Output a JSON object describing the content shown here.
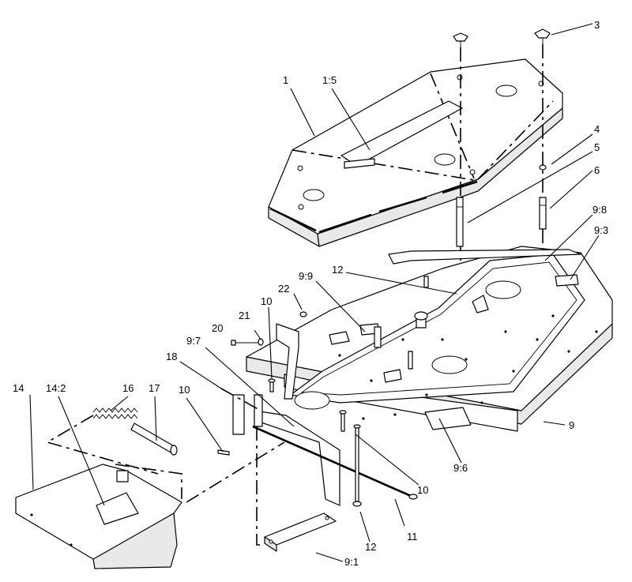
{
  "callouts": [
    {
      "id": "c1",
      "text": "1"
    },
    {
      "id": "c1-5",
      "text": "1:5"
    },
    {
      "id": "c3",
      "text": "3"
    },
    {
      "id": "c4",
      "text": "4"
    },
    {
      "id": "c5",
      "text": "5"
    },
    {
      "id": "c6",
      "text": "6"
    },
    {
      "id": "c9-8",
      "text": "9:8"
    },
    {
      "id": "c9-3",
      "text": "9:3"
    },
    {
      "id": "c12-top",
      "text": "12"
    },
    {
      "id": "c9-9",
      "text": "9:9"
    },
    {
      "id": "c22",
      "text": "22"
    },
    {
      "id": "c10-a",
      "text": "10"
    },
    {
      "id": "c21",
      "text": "21"
    },
    {
      "id": "c20",
      "text": "20"
    },
    {
      "id": "c9-7",
      "text": "9:7"
    },
    {
      "id": "c18",
      "text": "18"
    },
    {
      "id": "c14",
      "text": "14"
    },
    {
      "id": "c14-2",
      "text": "14:2"
    },
    {
      "id": "c16",
      "text": "16"
    },
    {
      "id": "c17",
      "text": "17"
    },
    {
      "id": "c10-b",
      "text": "10"
    },
    {
      "id": "c9",
      "text": "9"
    },
    {
      "id": "c10-c",
      "text": "10"
    },
    {
      "id": "c9-6",
      "text": "9:6"
    },
    {
      "id": "c11",
      "text": "11"
    },
    {
      "id": "c12-bottom",
      "text": "12"
    },
    {
      "id": "c9-1",
      "text": "9:1"
    }
  ]
}
